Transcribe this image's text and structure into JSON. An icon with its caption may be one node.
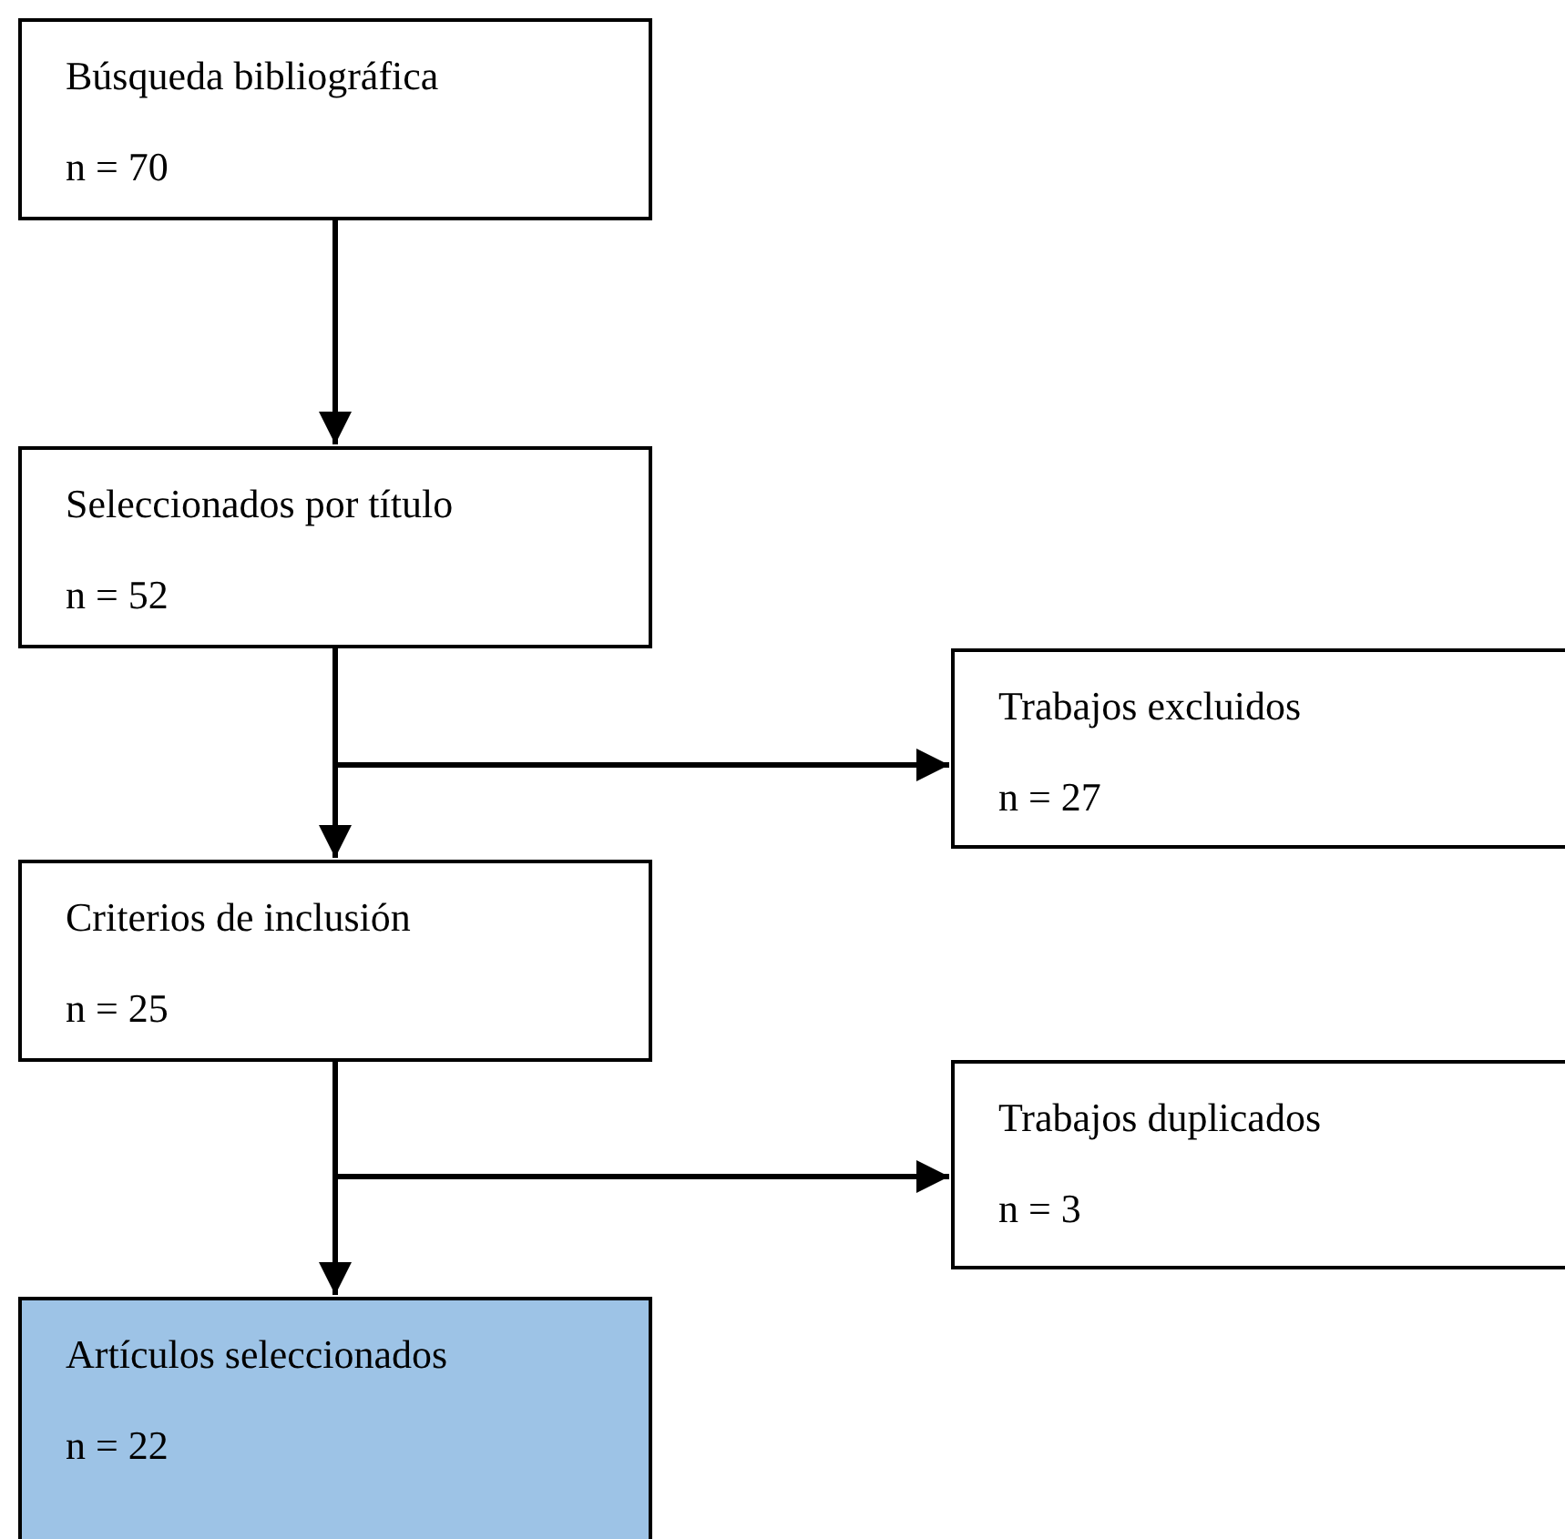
{
  "diagram": {
    "nodes": [
      {
        "text": [
          "Búsqueda bibliográfica",
          "n = 70"
        ]
      },
      {
        "text": [
          "Seleccionados por título",
          "n = 52"
        ]
      },
      {
        "text": [
          "Trabajos excluidos",
          "n = 27"
        ]
      },
      {
        "text": [
          "Criterios de inclusión",
          "n = 25"
        ]
      },
      {
        "text": [
          "Trabajos duplicados",
          "n = 3"
        ]
      },
      {
        "text": [
          "Artículos seleccionados",
          "n = 22"
        ]
      }
    ],
    "edges": [
      {
        "from": 0,
        "to": 1,
        "arrow": "to"
      },
      {
        "from": 1,
        "to": 3,
        "arrow": "to"
      },
      {
        "from": 1,
        "to": 2,
        "arrow": "to"
      },
      {
        "from": 3,
        "to": 5,
        "arrow": "to"
      },
      {
        "from": 3,
        "to": 4,
        "arrow": "to"
      }
    ]
  }
}
